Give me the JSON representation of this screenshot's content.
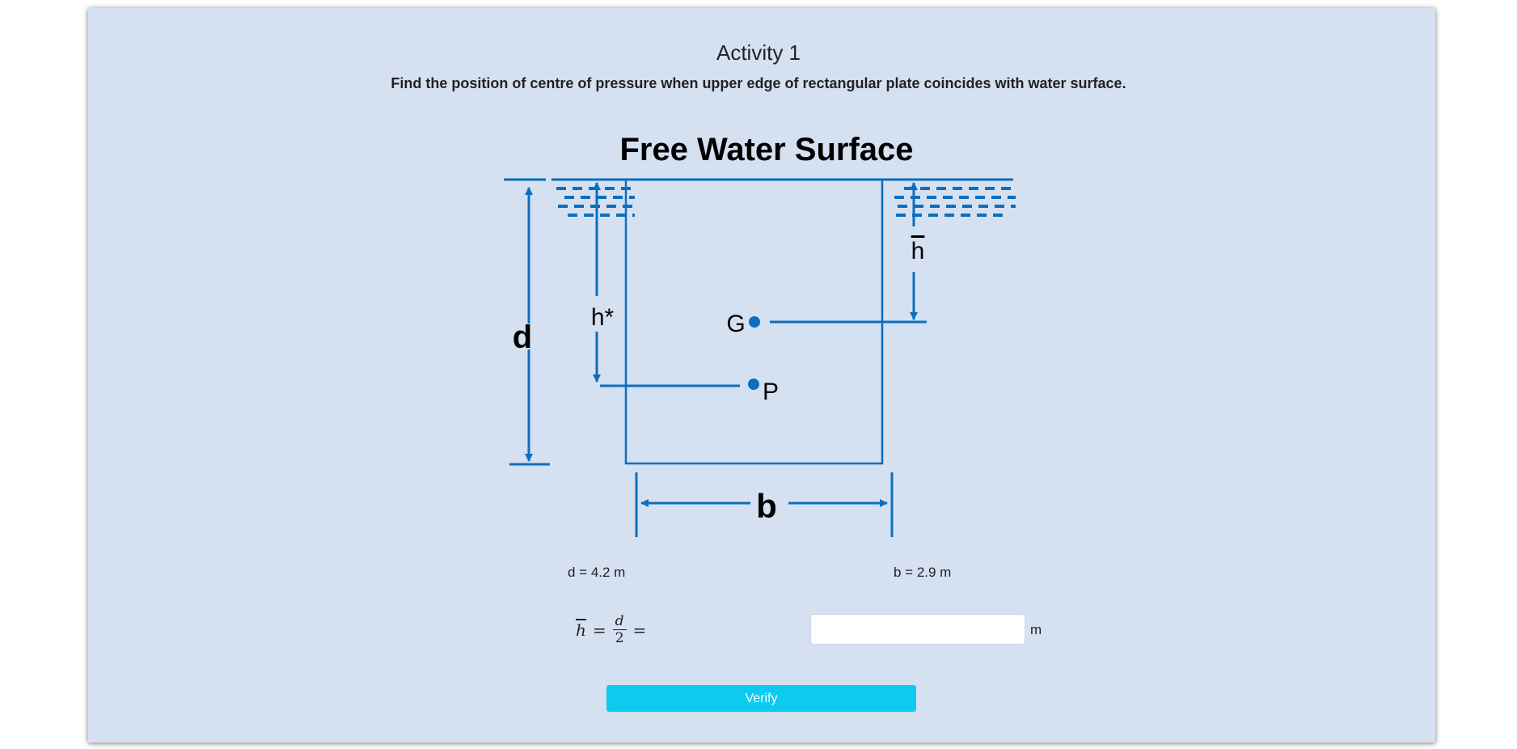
{
  "activity": {
    "title": "Activity 1",
    "question": "Find the position of centre of pressure when upper edge of rectangular plate coincides with water surface."
  },
  "diagram": {
    "heading": "Free Water Surface",
    "labels": {
      "d": "d",
      "b": "b",
      "h_star": "h*",
      "h_bar": "h",
      "G": "G",
      "P": "P"
    },
    "color": "#0b6fbf"
  },
  "given": {
    "d": "d = 4.2 m",
    "b": "b = 2.9 m"
  },
  "formula": {
    "lhs": "h",
    "eq1": "=",
    "num": "d",
    "den": "2",
    "eq2": "="
  },
  "answer": {
    "value": "",
    "unit": "m"
  },
  "verify_label": "Verify"
}
